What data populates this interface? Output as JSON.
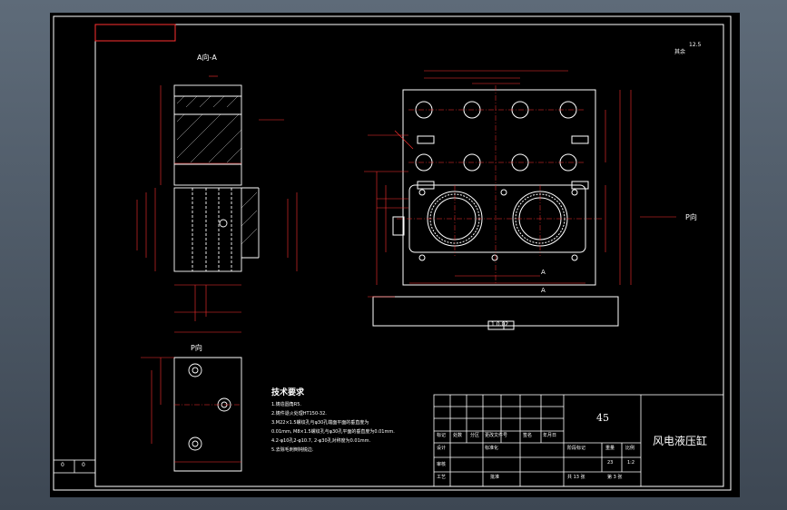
{
  "section_label": "A向-A",
  "view_label": "P向",
  "view_label_right": "P向",
  "roughness_note": "其余",
  "roughness_value": "12.5",
  "datum_box": "1 0.02",
  "tech_requirements": {
    "title": "技术要求",
    "items": [
      "1.铸造圆角R5.",
      "2.铸件退火处理HT150-32.",
      "3.M22×1.5螺纹孔与φ30孔端面平面的垂直度为",
      "  0.01mm, M8×1.5螺纹孔与φ30孔平面的垂直度为0.01mm.",
      "4.2-φ10孔2-φ10.7, 2-φ30孔对称度为0.01mm.",
      "5.去除毛刺倒钝锐边."
    ]
  },
  "title_block": {
    "material": "45",
    "drawing_name": "风电液压缸",
    "scale": "1:2",
    "qty": "23",
    "sheet_total": "共 13 张",
    "sheet_no": "第 3 张",
    "cells": {
      "mark": "标记",
      "count": "处数",
      "zone": "分区",
      "change_doc": "更改文件号",
      "sign": "签名",
      "date": "年月日",
      "design": "设计",
      "standardize": "标准化",
      "stage_mark": "阶段标记",
      "weight": "重量",
      "ratio": "比例",
      "review": "审核",
      "process": "工艺",
      "approve": "批准"
    }
  },
  "labels": {
    "section_a_top": "A",
    "section_a_bottom": "A",
    "small_box_left": "0",
    "small_box_right": "0"
  }
}
